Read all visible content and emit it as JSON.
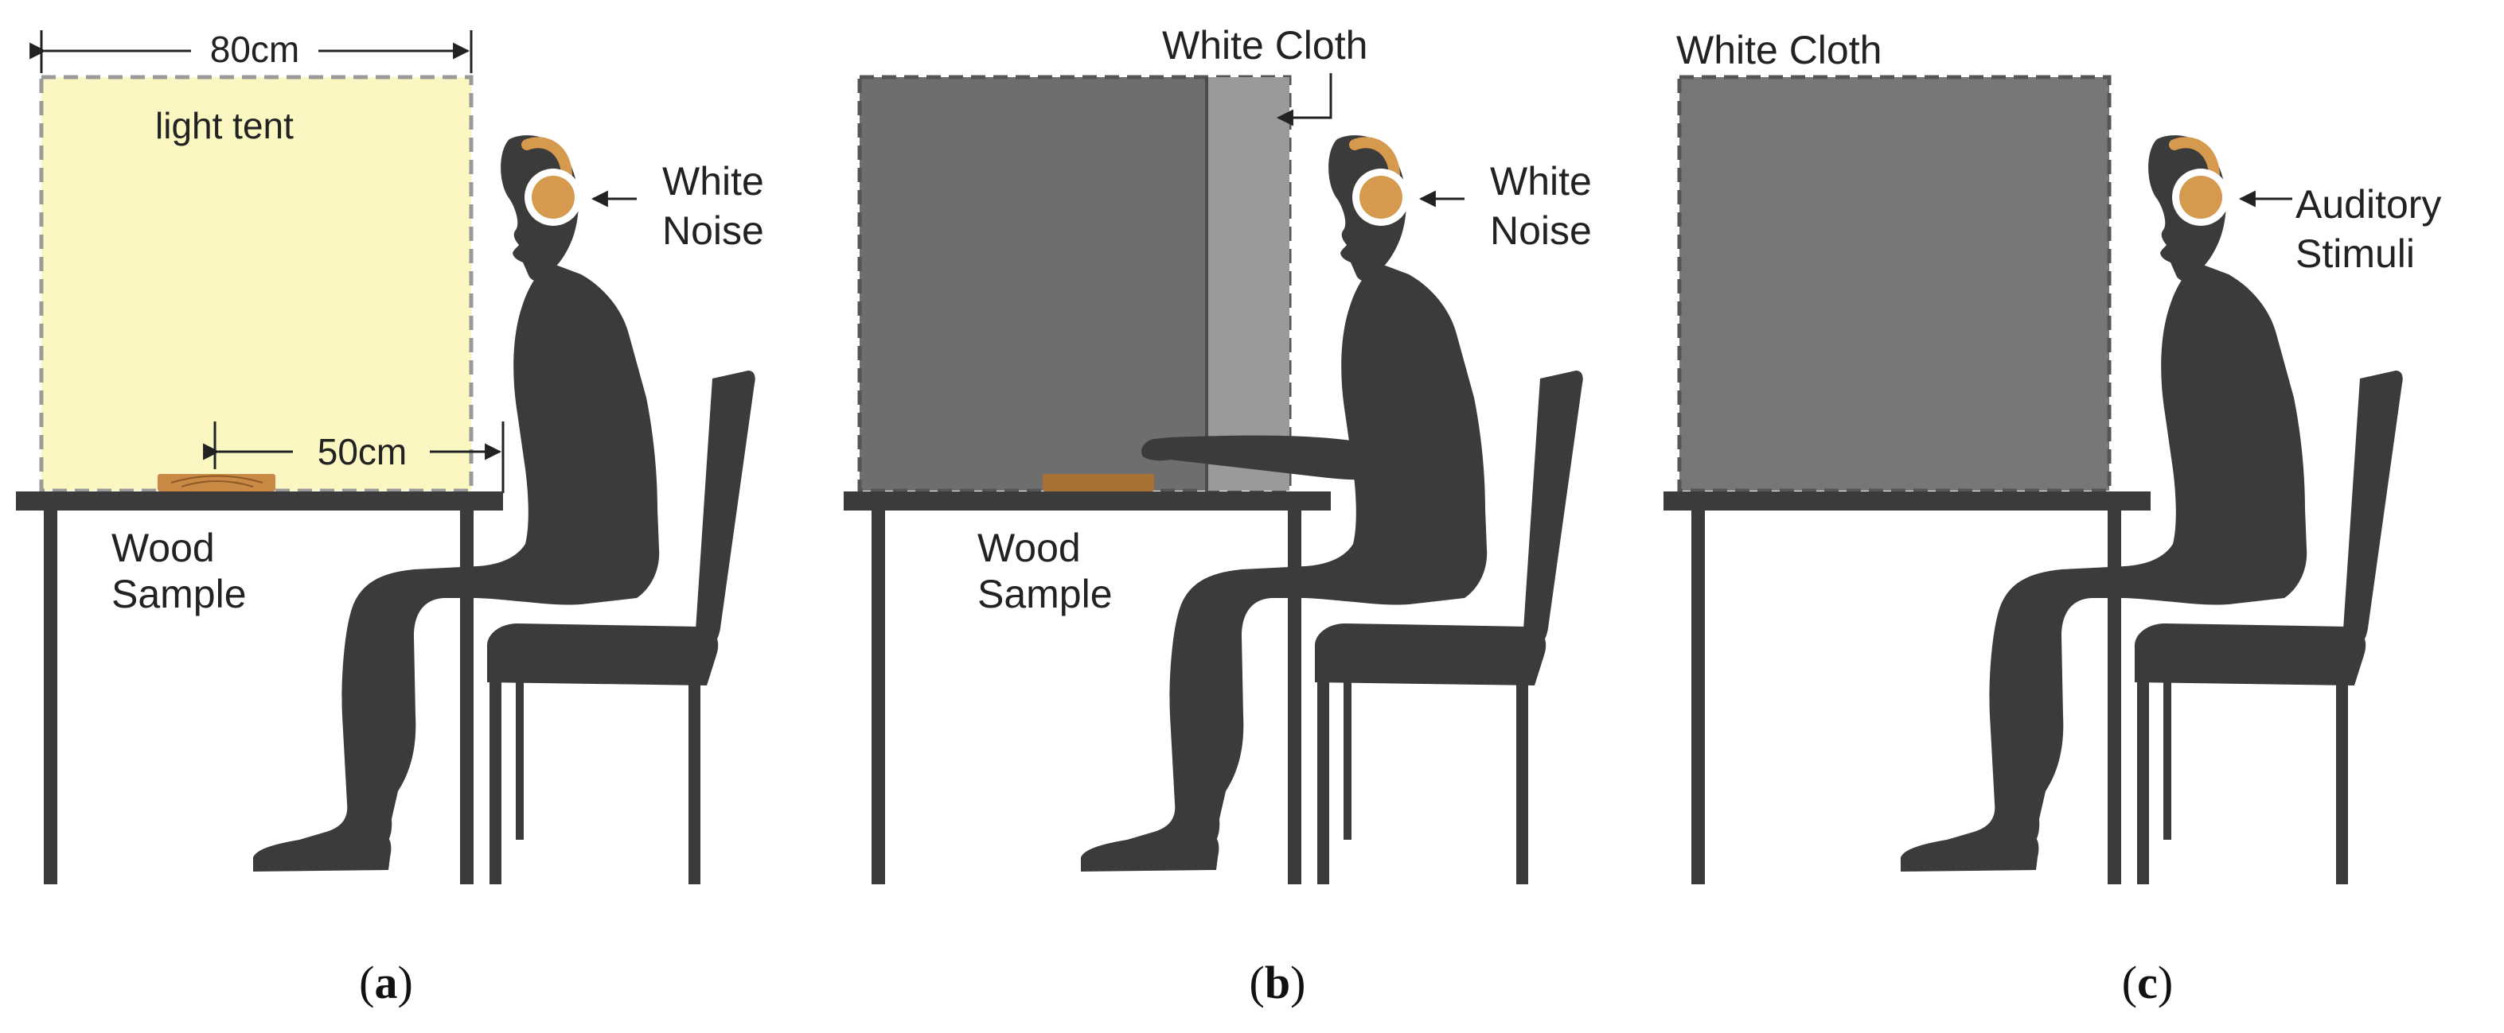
{
  "panels": {
    "a": {
      "caption_letter": "a",
      "dimension_top": "80cm",
      "tent_label": "light tent",
      "dimension_inner": "50cm",
      "sample_label_line1": "Wood",
      "sample_label_line2": "Sample",
      "sound_label_line1": "White",
      "sound_label_line2": "Noise"
    },
    "b": {
      "caption_letter": "b",
      "cloth_label": "White Cloth",
      "sample_label_line1": "Wood",
      "sample_label_line2": "Sample",
      "sound_label_line1": "White",
      "sound_label_line2": "Noise"
    },
    "c": {
      "caption_letter": "c",
      "cloth_label": "White Cloth",
      "sound_label_line1": "Auditory",
      "sound_label_line2": "Stimuli"
    }
  },
  "colors": {
    "light_tent_fill": "#FAF7C2",
    "cloth_fill": "#6E6E6E",
    "cloth_strip_fill": "#9A9A9A",
    "silhouette": "#3B3B3B",
    "headphone": "#D59A4E",
    "wood": "#C98A46"
  }
}
